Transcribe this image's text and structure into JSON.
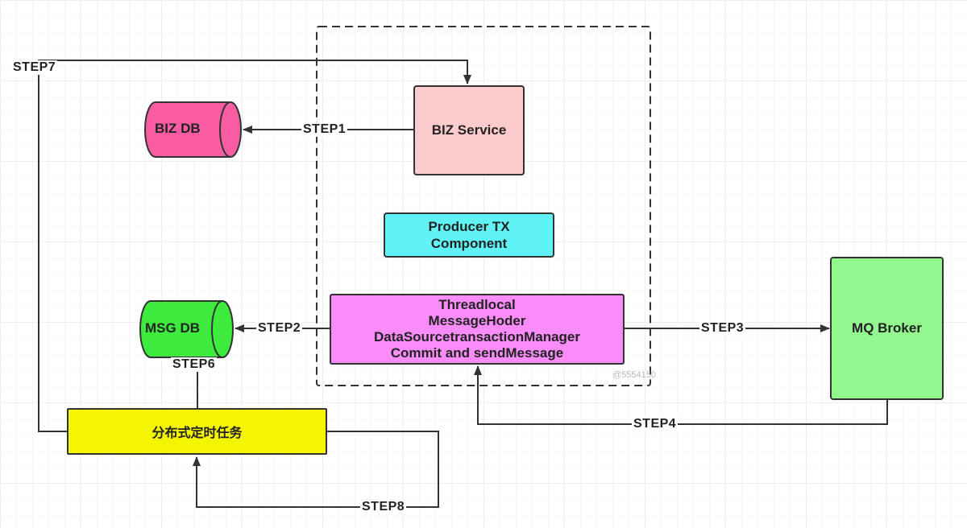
{
  "nodes": {
    "biz_db": "BIZ DB",
    "biz_service": "BIZ Service",
    "producer": [
      "Producer TX",
      "Component"
    ],
    "msg_db": "MSG DB",
    "threadlocal": [
      "Threadlocal",
      "MessageHoder",
      "DataSourcetransactionManager",
      "Commit and sendMessage"
    ],
    "mq_broker": "MQ Broker",
    "cron_task": "分布式定时任务"
  },
  "steps": {
    "step1": "STEP1",
    "step2": "STEP2",
    "step3": "STEP3",
    "step4": "STEP4",
    "step6": "STEP6",
    "step7": "STEP7",
    "step8": "STEP8"
  },
  "watermark": "@5554150",
  "colors": {
    "biz_db": "#f85da3",
    "biz_service": "#fccccc",
    "producer": "#5ff3f5",
    "msg_db": "#3ceb3c",
    "threadlocal": "#f98cf8",
    "mq_broker": "#92f78f",
    "cron_task": "#f5f500",
    "line": "#333333"
  }
}
